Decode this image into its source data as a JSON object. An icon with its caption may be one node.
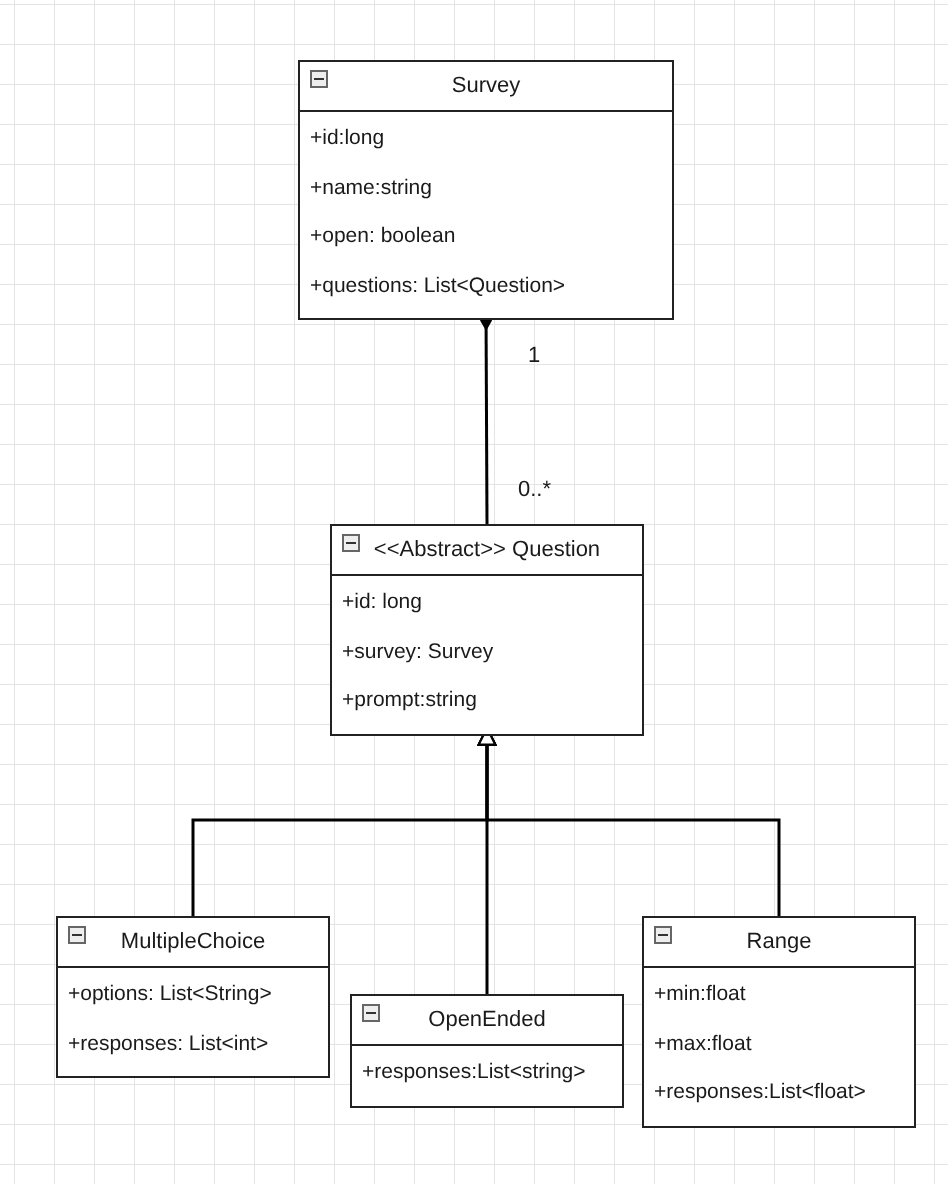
{
  "diagram": {
    "nodes": [
      {
        "text": [
          "Survey",
          "+id:long",
          "+name:string",
          "+open: boolean",
          "+questions: List<Question>"
        ]
      },
      {
        "text": [
          "<<Abstract>> Question",
          "+id: long",
          "+survey: Survey",
          "+prompt:string"
        ]
      },
      {
        "text": [
          "MultipleChoice",
          "+options: List<String>",
          "+responses: List<int>"
        ]
      },
      {
        "text": [
          "OpenEnded",
          "+responses:List<string>"
        ]
      },
      {
        "text": [
          "Range",
          "+min:float",
          "+max:float",
          "+responses:List<float>"
        ]
      }
    ],
    "edges": [
      {
        "from": 0,
        "to": 1,
        "arrow": "other"
      },
      {
        "from": 2,
        "to": 1,
        "arrow": "to"
      },
      {
        "from": 3,
        "to": 1,
        "arrow": "to"
      },
      {
        "from": 4,
        "to": 1,
        "arrow": "to"
      }
    ],
    "labels": [
      "1",
      "0..*"
    ]
  }
}
